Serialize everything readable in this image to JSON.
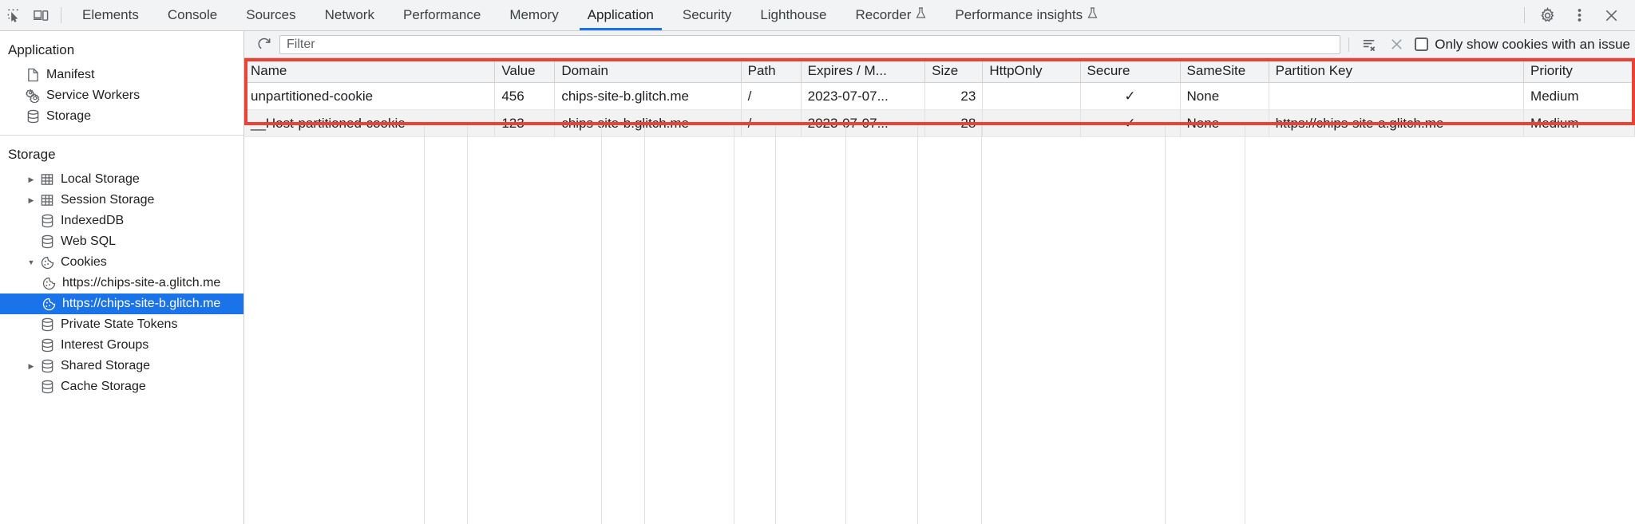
{
  "toolbar": {
    "inspect_icon": "inspect-element-icon",
    "device_icon": "device-toolbar-icon",
    "tabs": [
      {
        "label": "Elements",
        "active": false,
        "experimental": false
      },
      {
        "label": "Console",
        "active": false,
        "experimental": false
      },
      {
        "label": "Sources",
        "active": false,
        "experimental": false
      },
      {
        "label": "Network",
        "active": false,
        "experimental": false
      },
      {
        "label": "Performance",
        "active": false,
        "experimental": false
      },
      {
        "label": "Memory",
        "active": false,
        "experimental": false
      },
      {
        "label": "Application",
        "active": true,
        "experimental": false
      },
      {
        "label": "Security",
        "active": false,
        "experimental": false
      },
      {
        "label": "Lighthouse",
        "active": false,
        "experimental": false
      },
      {
        "label": "Recorder",
        "active": false,
        "experimental": true
      },
      {
        "label": "Performance insights",
        "active": false,
        "experimental": true
      }
    ],
    "settings_icon": "gear-icon",
    "more_icon": "more-vertical-icon",
    "close_icon": "close-icon",
    "active_tab_color": "#1a73e8"
  },
  "sidebar": {
    "application": {
      "title": "Application",
      "items": [
        {
          "label": "Manifest",
          "icon": "document-icon",
          "twisty": "none",
          "selected": false
        },
        {
          "label": "Service Workers",
          "icon": "gears-icon",
          "twisty": "none",
          "selected": false
        },
        {
          "label": "Storage",
          "icon": "database-icon",
          "twisty": "none",
          "selected": false
        }
      ]
    },
    "storage": {
      "title": "Storage",
      "items": [
        {
          "label": "Local Storage",
          "icon": "table-icon",
          "twisty": "collapsed",
          "indent": 1,
          "selected": false
        },
        {
          "label": "Session Storage",
          "icon": "table-icon",
          "twisty": "collapsed",
          "indent": 1,
          "selected": false
        },
        {
          "label": "IndexedDB",
          "icon": "database-icon",
          "twisty": "none",
          "indent": 1,
          "selected": false
        },
        {
          "label": "Web SQL",
          "icon": "database-icon",
          "twisty": "none",
          "indent": 1,
          "selected": false
        },
        {
          "label": "Cookies",
          "icon": "cookie-icon",
          "twisty": "expanded",
          "indent": 1,
          "selected": false
        },
        {
          "label": "https://chips-site-a.glitch.me",
          "icon": "cookie-icon",
          "twisty": "none",
          "indent": 2,
          "selected": false
        },
        {
          "label": "https://chips-site-b.glitch.me",
          "icon": "cookie-icon",
          "twisty": "none",
          "indent": 2,
          "selected": true
        },
        {
          "label": "Private State Tokens",
          "icon": "database-icon",
          "twisty": "none",
          "indent": 1,
          "selected": false
        },
        {
          "label": "Interest Groups",
          "icon": "database-icon",
          "twisty": "none",
          "indent": 1,
          "selected": false
        },
        {
          "label": "Shared Storage",
          "icon": "database-icon",
          "twisty": "collapsed",
          "indent": 1,
          "selected": false
        },
        {
          "label": "Cache Storage",
          "icon": "database-icon",
          "twisty": "none",
          "indent": 1,
          "selected": false
        }
      ],
      "selected_color": "#1a73e8"
    }
  },
  "filterbar": {
    "refresh_icon": "refresh-icon",
    "filter_placeholder": "Filter",
    "filter_value": "",
    "clear_filtered_icon": "clear-filtered-cookies-icon",
    "clear_all_icon": "clear-all-cookies-icon",
    "checkbox_label": "Only show cookies with an issue",
    "checkbox_checked": false
  },
  "table": {
    "highlight_color": "#ea4335",
    "columns": [
      "Name",
      "Value",
      "Domain",
      "Path",
      "Expires / M...",
      "Size",
      "HttpOnly",
      "Secure",
      "SameSite",
      "Partition Key",
      "Priority"
    ],
    "rows": [
      {
        "name": "unpartitioned-cookie",
        "value": "456",
        "domain": "chips-site-b.glitch.me",
        "path": "/",
        "expires": "2023-07-07...",
        "size": "23",
        "httponly": "",
        "secure": "✓",
        "samesite": "None",
        "partition_key": "",
        "priority": "Medium"
      },
      {
        "name": "__Host-partitioned-cookie",
        "value": "123",
        "domain": "chips-site-b.glitch.me",
        "path": "/",
        "expires": "2023-07-07...",
        "size": "28",
        "httponly": "",
        "secure": "✓",
        "samesite": "None",
        "partition_key": "https://chips-site-a.glitch.me",
        "priority": "Medium"
      }
    ]
  }
}
